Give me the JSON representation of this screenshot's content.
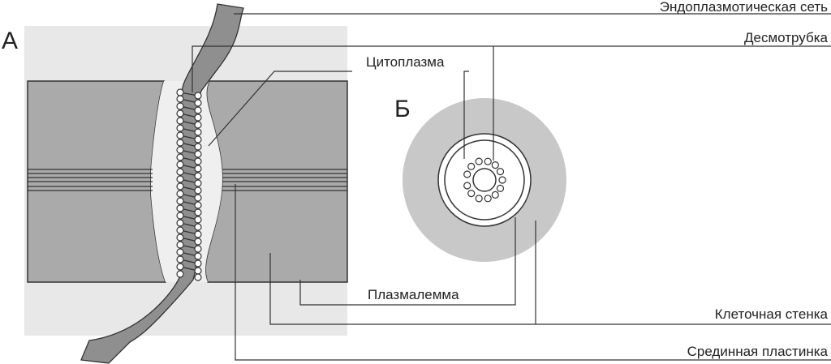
{
  "panels": {
    "a_label": "А",
    "b_label": "Б"
  },
  "labels": {
    "er": "Эндоплазмотическая сеть",
    "desmotubule": "Десмотрубка",
    "cytoplasm": "Цитоплазма",
    "plasmalemma": "Плазмалемма",
    "cell_wall": "Клеточная стенка",
    "middle_lamella": "Срединная пластинка"
  },
  "colors": {
    "panel_bg": "#e8e8e8",
    "cell_wall": "#aaaaaa",
    "outline": "#333333",
    "cytoplasm": "#efefef",
    "er": "#8f8f8f",
    "ring_bg": "#c8c8c8"
  }
}
